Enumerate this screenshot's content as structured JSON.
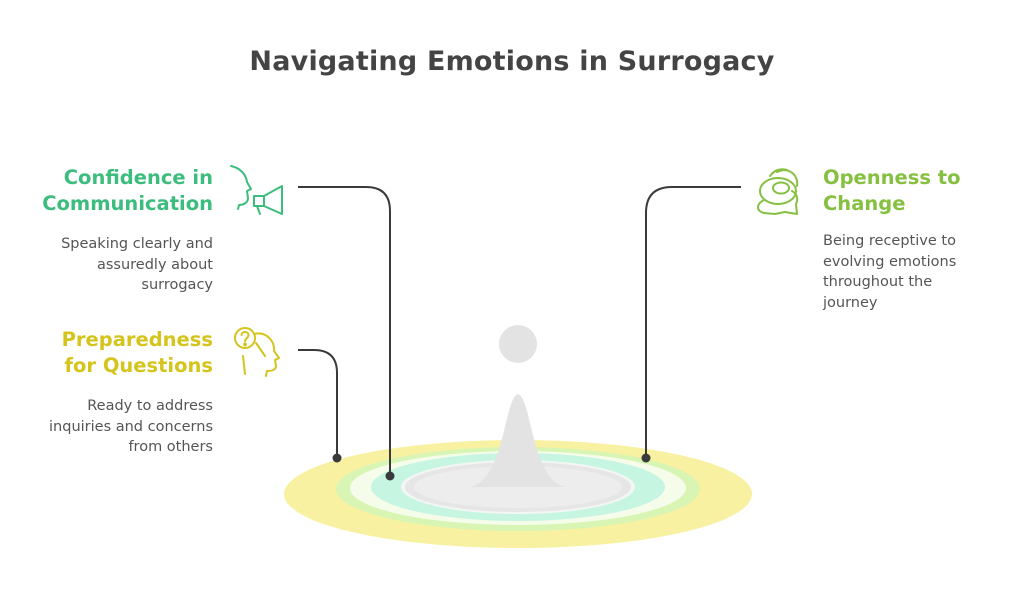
{
  "title": "Navigating Emotions in Surrogacy",
  "colors": {
    "confidence": "#3dbd7d",
    "preparedness": "#d4c41c",
    "openness": "#86c040",
    "connector": "#3a3a3a",
    "figure": "#e6e6e6"
  },
  "items": [
    {
      "heading_lines": [
        "Confidence in",
        "Communication"
      ],
      "desc_lines": [
        "Speaking clearly and",
        "assuredly about",
        "surrogacy"
      ],
      "icon": "megaphone-speaking-icon"
    },
    {
      "heading_lines": [
        "Preparedness",
        "for Questions"
      ],
      "desc_lines": [
        "Ready to address",
        "inquiries and concerns",
        "from others"
      ],
      "icon": "question-thinking-head-icon"
    },
    {
      "heading_lines": [
        "Openness to",
        "Change"
      ],
      "desc_lines": [
        "Being receptive to",
        "evolving emotions",
        "throughout the",
        "journey"
      ],
      "icon": "chat-bubbles-icon"
    }
  ]
}
